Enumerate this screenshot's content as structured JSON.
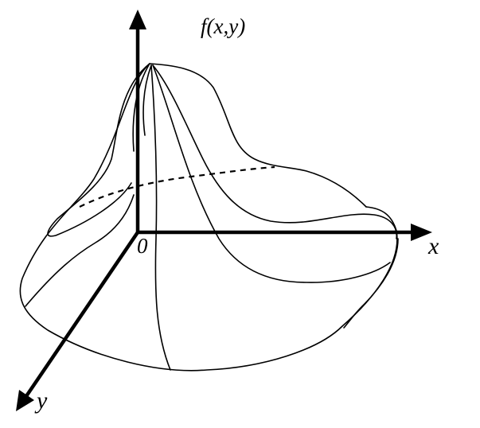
{
  "labels": {
    "function": "f(x,y)",
    "origin": "0",
    "x_axis": "x",
    "y_axis": "y"
  },
  "colors": {
    "stroke": "#000000",
    "background": "#ffffff"
  }
}
